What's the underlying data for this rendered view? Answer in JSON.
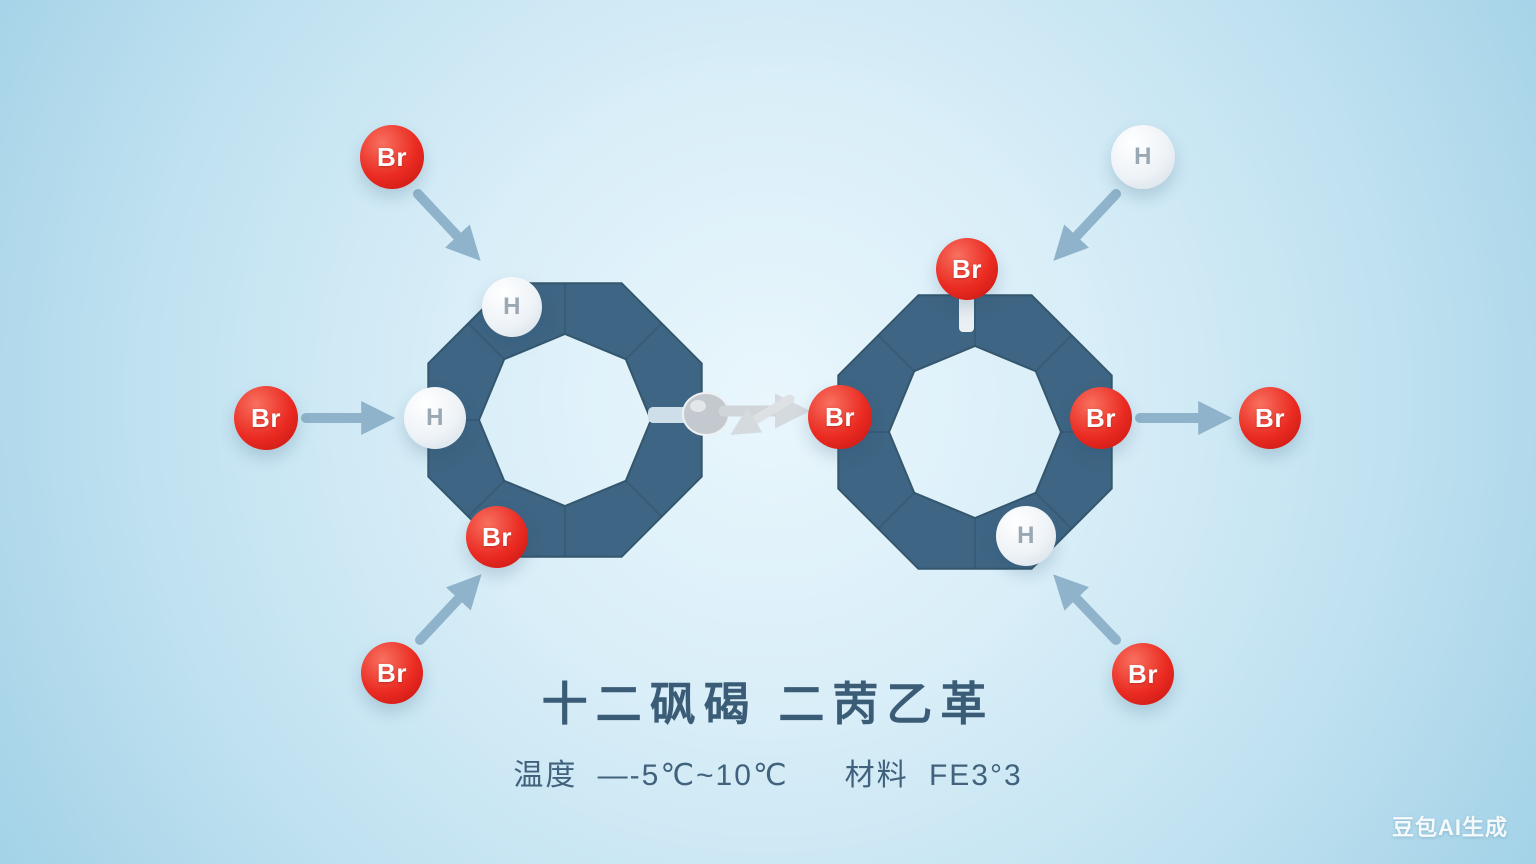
{
  "scene": {
    "title": "十二砜碣 二苪乙革",
    "conditions": {
      "temp_label": "温度",
      "temp_value": "—-5℃~10℃",
      "material_label": "材料",
      "material_value": "FE3°3"
    },
    "watermark": "豆包AI生成"
  },
  "atoms": [
    {
      "label": "Br",
      "kind": "bromine",
      "position": "top-left-incoming"
    },
    {
      "label": "H",
      "kind": "hydrogen",
      "position": "left-ring-top"
    },
    {
      "label": "Br",
      "kind": "bromine",
      "position": "left-outer"
    },
    {
      "label": "H",
      "kind": "hydrogen",
      "position": "left-ring-left"
    },
    {
      "label": "Br",
      "kind": "bromine",
      "position": "left-ring-bottom"
    },
    {
      "label": "Br",
      "kind": "bromine",
      "position": "bottom-left-incoming"
    },
    {
      "label": "Br",
      "kind": "bromine",
      "position": "center-on-right-ring"
    },
    {
      "label": "Br",
      "kind": "bromine",
      "position": "right-ring-top"
    },
    {
      "label": "H",
      "kind": "hydrogen",
      "position": "top-right-incoming"
    },
    {
      "label": "Br",
      "kind": "bromine",
      "position": "right-ring-right"
    },
    {
      "label": "Br",
      "kind": "bromine",
      "position": "right-outer-leaving"
    },
    {
      "label": "H",
      "kind": "hydrogen",
      "position": "right-ring-bottom"
    },
    {
      "label": "Br",
      "kind": "bromine",
      "position": "bottom-right-incoming"
    }
  ],
  "colors": {
    "background_center": "#e9f6fc",
    "background_edge": "#a3d2e7",
    "ring": "#3e6583",
    "bromine": "#ea2b22",
    "hydrogen": "#eef3f7",
    "arrow": "#8fb3ca",
    "center_arrow": "#d0d5d9",
    "caption_text": "#3b5c77"
  }
}
